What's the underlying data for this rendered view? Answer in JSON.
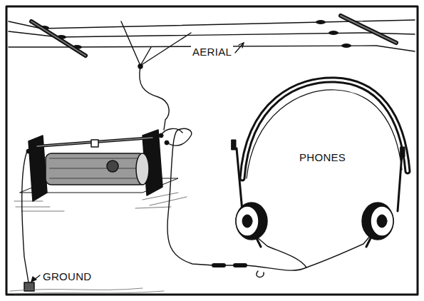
{
  "diagram": {
    "labels": [
      "AERIAL",
      "PHONES",
      "GROUND"
    ]
  }
}
